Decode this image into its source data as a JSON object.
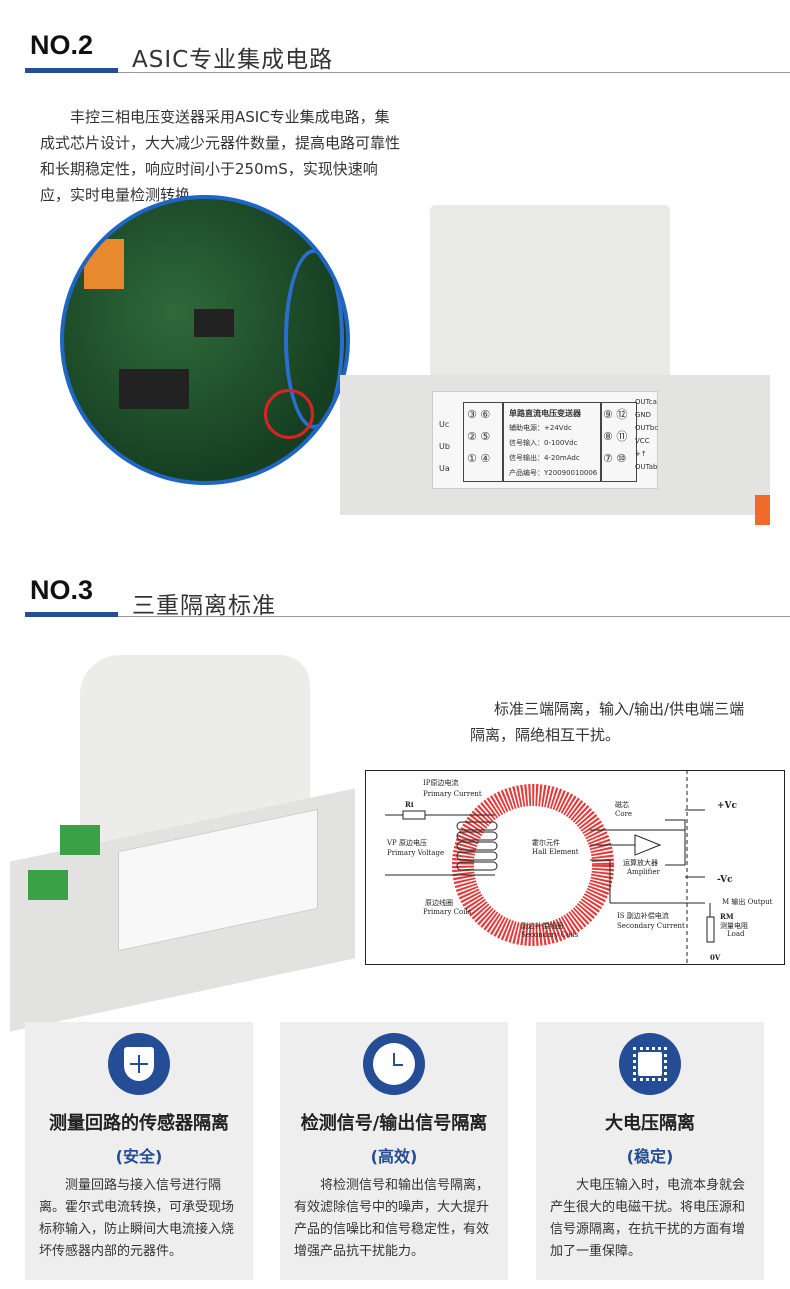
{
  "section2": {
    "number": "NO.2",
    "title": "ASIC专业集成电路",
    "paragraph": "丰控三相电压变送器采用ASIC专业集成电路，集成式芯片设计，大大减少元器件数量，提高电路可靠性和长期稳定性，响应时间小于250mS，实现快速响应，实时电量检测转换。"
  },
  "device_label": {
    "title": "单路直流电压变送器",
    "lines": [
      "辅助电源：+24Vdc",
      "信号输入：0-100Vdc",
      "信号输出：4-20mAdc",
      "产品编号：Y20090010006"
    ],
    "left_terminals": [
      "③ ⑥",
      "② ⑤",
      "① ④"
    ],
    "left_labels": [
      "Uc",
      "Ub",
      "Ua"
    ],
    "right_terminals": [
      "⑨ ⑫",
      "⑧ ⑪",
      "⑦ ⑩"
    ],
    "right_labels": [
      "OUTca",
      "GND",
      "OUTbc",
      "VCC",
      "+↑",
      "OUTab"
    ]
  },
  "section3": {
    "number": "NO.3",
    "title": "三重隔离标准",
    "paragraph": "标准三端隔离，输入/输出/供电端三端隔离，隔绝相互干扰。"
  },
  "diagram": {
    "ip": "IP原边电流",
    "ip_en": "Primary Current",
    "ri": "Ri",
    "vp": "VP 原边电压",
    "vp_en": "Primary Voltage",
    "core": "磁芯",
    "core_en": "Core",
    "hall": "霍尔元件",
    "hall_en": "Hall Element",
    "amp": "运算放大器",
    "amp_en": "Amplifier",
    "vc_pos": "+Vc",
    "vc_neg": "-Vc",
    "m": "M 输出 Output",
    "rm": "RM",
    "rm_cn": "测量电阻",
    "rm_en": "Load",
    "ov": "0V",
    "pcoils": "原边线圈",
    "pcoils_en": "Primary Coils",
    "scoils": "副边补偿线圈",
    "scoils_en": "Secondary Coils",
    "is": "IS 副边补偿电流",
    "is_en": "Secondary Current"
  },
  "cards": [
    {
      "icon": "shield-plus",
      "title": "测量回路的传感器隔离",
      "subtitle": "(安全)",
      "body": "测量回路与接入信号进行隔离。霍尔式电流转换，可承受现场标称输入，防止瞬间大电流接入烧坏传感器内部的元器件。"
    },
    {
      "icon": "clock",
      "title": "检测信号/输出信号隔离",
      "subtitle": "(高效)",
      "body": "将检测信号和输出信号隔离，有效滤除信号中的噪声，大大提升产品的信噪比和信号稳定性，有效增强产品抗干扰能力。"
    },
    {
      "icon": "chip",
      "title": "大电压隔离",
      "subtitle": "(稳定)",
      "body": "大电压输入时，电流本身就会产生很大的电磁干扰。将电压源和信号源隔离，在抗干扰的方面有增加了一重保障。"
    }
  ],
  "colors": {
    "accent": "#244d95",
    "coil": "#e53a3a",
    "card_bg": "#eeeeee"
  }
}
